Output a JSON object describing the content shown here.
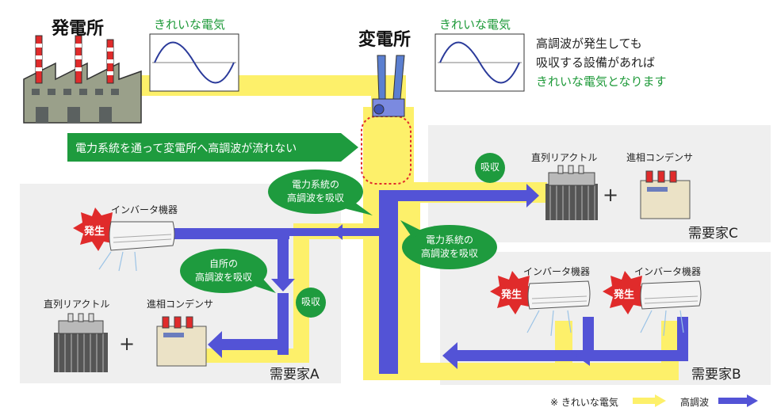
{
  "title_plant": "発電所",
  "title_substation": "変電所",
  "clean_label_1": "きれいな電気",
  "clean_label_2": "きれいな電気",
  "message": {
    "line1": "高調波が発生しても",
    "line2": "吸収する設備があれば",
    "line3": "きれいな電気となります"
  },
  "banner_text": "電力系統を通って変電所へ高調波が流れない",
  "bubbles": {
    "left_line1": "電力系統の",
    "left_line2": "高調波を吸収",
    "right_line1": "電力系統の",
    "right_line2": "高調波を吸収",
    "self_line1": "自所の",
    "self_line2": "高調波を吸収",
    "absorb_c": "吸収",
    "absorb_a": "吸収"
  },
  "hatsusei_a": "発生",
  "hatsusei_b1": "発生",
  "hatsusei_b2": "発生",
  "devices": {
    "inverter_a": "インバータ機器",
    "inverter_b1": "インバータ機器",
    "inverter_b2": "インバータ機器",
    "reactor_a": "直列リアクトル",
    "reactor_c": "直列リアクトル",
    "capacitor_a": "進相コンデンサ",
    "capacitor_c": "進相コンデンサ",
    "plus_a": "+",
    "plus_c": "+"
  },
  "customers": {
    "a": "需要家A",
    "b": "需要家B",
    "c": "需要家C"
  },
  "legend": {
    "note": "※ きれいな電気",
    "harmonic": "高調波"
  },
  "colors": {
    "clean_flow": "#fdf06a",
    "harmonic_flow": "#5353d6",
    "banner_green": "#1e9b3e",
    "red_badge": "#e02b2b",
    "panel_gray": "#efefef"
  }
}
